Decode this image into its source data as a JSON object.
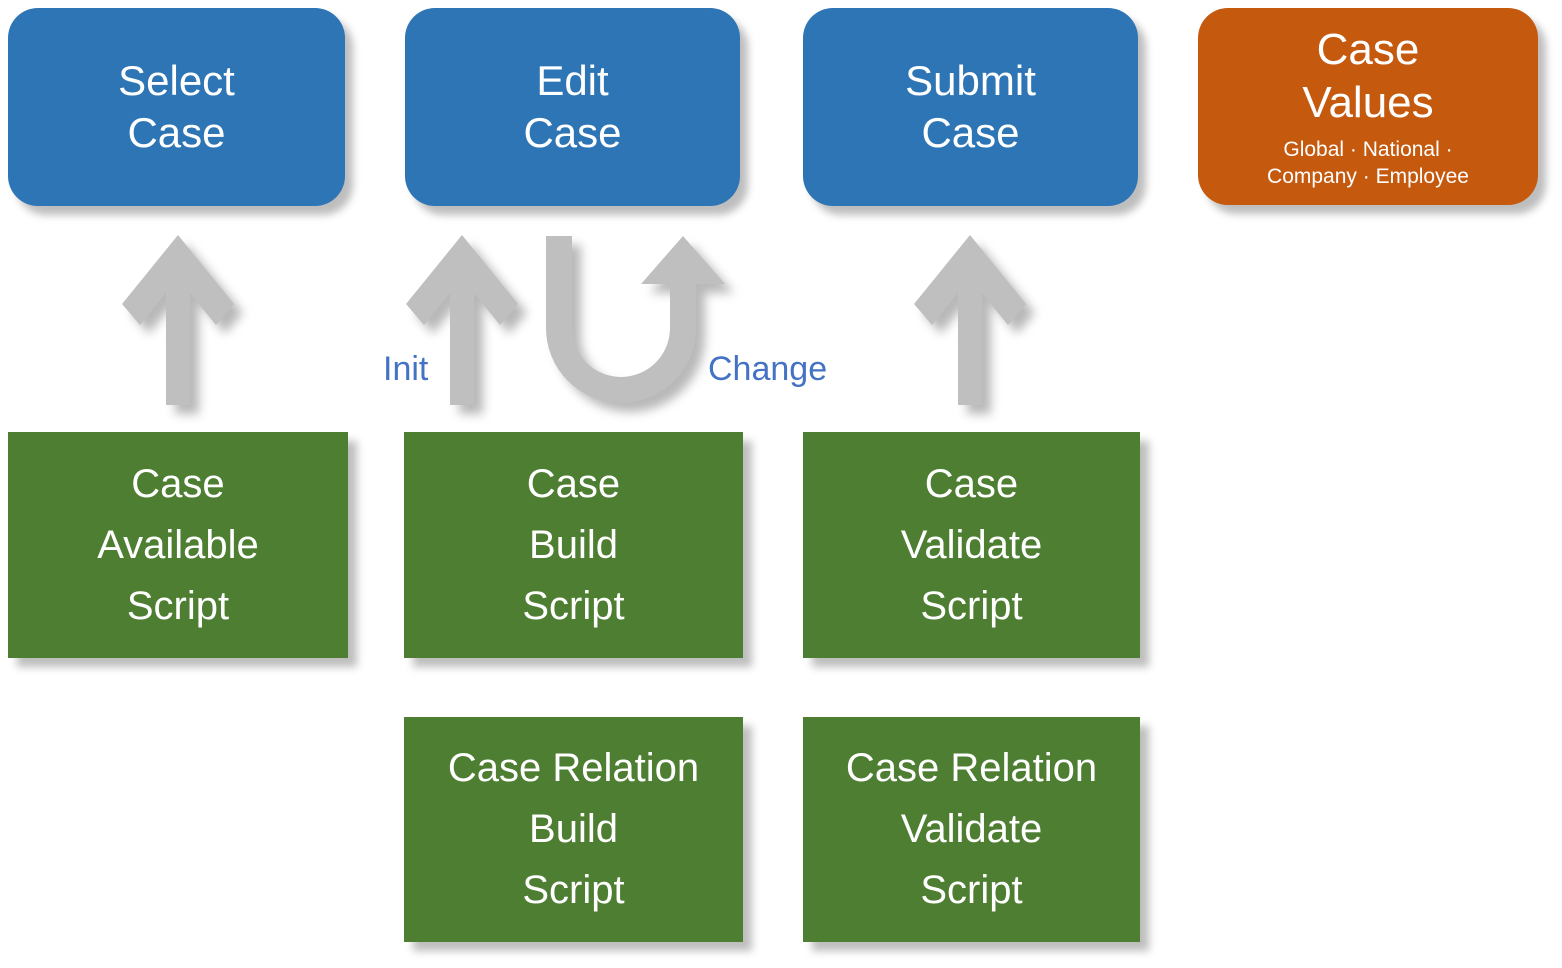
{
  "diagram": {
    "colors": {
      "stage_box_blue": "#2E75B5",
      "script_box_green": "#4E7E32",
      "values_box_orange": "#C5590E",
      "arrow_gray": "#BFBFBF",
      "flow_label_blue": "#4472C4",
      "box_text": "#FFFFFF"
    },
    "stages": [
      {
        "id": "select-case",
        "label": "Select\nCase"
      },
      {
        "id": "edit-case",
        "label": "Edit\nCase"
      },
      {
        "id": "submit-case",
        "label": "Submit\nCase"
      }
    ],
    "values_box": {
      "title": "Case\nValues",
      "subtitle": "Global · National ·\nCompany · Employee"
    },
    "flow_labels": {
      "init": "Init",
      "change": "Change"
    },
    "scripts_row1": [
      {
        "id": "case-available-script",
        "label": "Case\nAvailable\nScript"
      },
      {
        "id": "case-build-script",
        "label": "Case\nBuild\nScript"
      },
      {
        "id": "case-validate-script",
        "label": "Case\nValidate\nScript"
      }
    ],
    "scripts_row2": [
      {
        "id": "case-relation-build-script",
        "label": "Case Relation\nBuild\nScript"
      },
      {
        "id": "case-relation-validate-script",
        "label": "Case Relation\nValidate\nScript"
      }
    ]
  }
}
